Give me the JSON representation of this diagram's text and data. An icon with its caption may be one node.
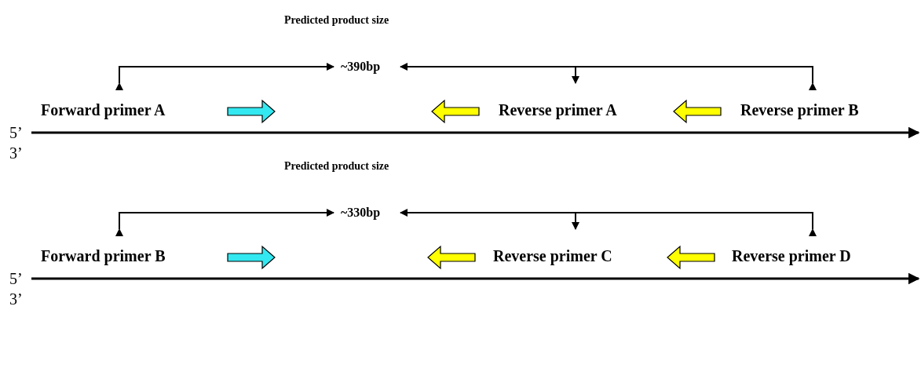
{
  "diagram": {
    "labels": [
      "Predicted product size",
      "~390bp",
      "Forward primer A",
      "Reverse primer A",
      "Reverse primer B",
      "5’",
      "3’",
      "Predicted product size",
      "~330bp",
      "Forward primer B",
      "Reverse primer C",
      "Reverse primer D",
      "5’",
      "3’"
    ]
  }
}
